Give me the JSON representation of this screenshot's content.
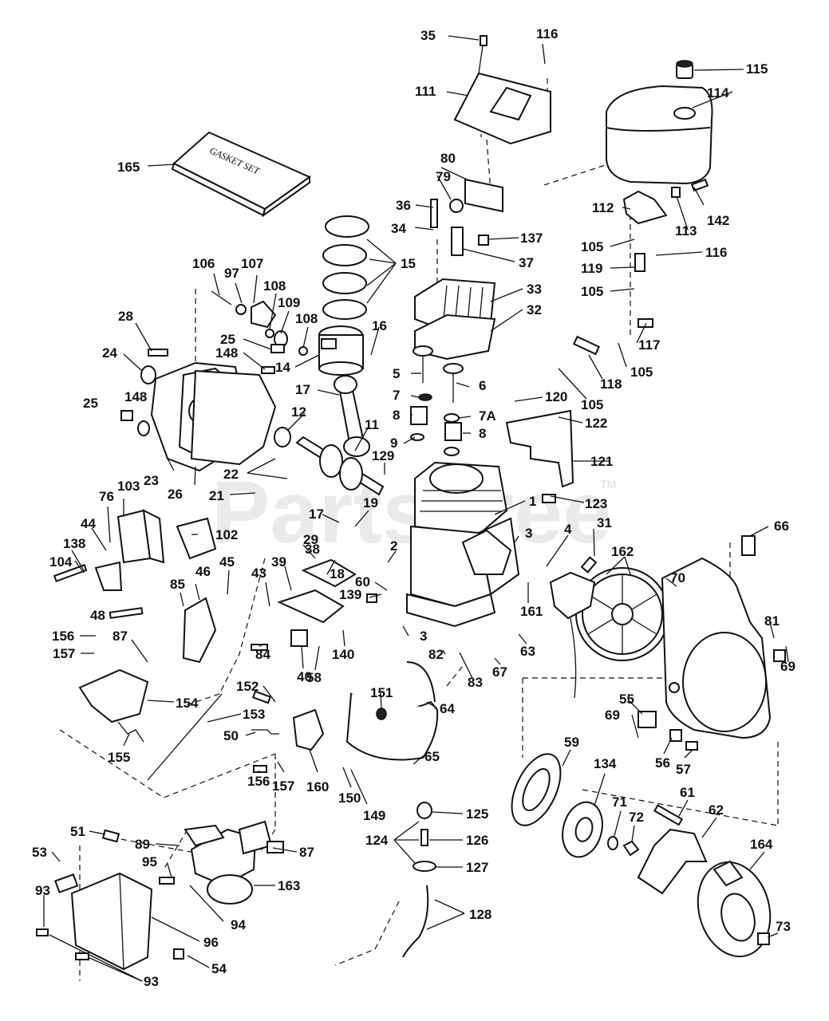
{
  "watermark": "PartsTree",
  "watermark_mark": "TM",
  "gasket_box_text": "GASKET SET",
  "callouts": [
    "35",
    "116",
    "111",
    "115",
    "114",
    "165",
    "80",
    "79",
    "36",
    "34",
    "137",
    "37",
    "112",
    "142",
    "113",
    "105",
    "119",
    "116",
    "105",
    "15",
    "33",
    "32",
    "106",
    "97",
    "107",
    "108",
    "109",
    "108",
    "28",
    "25",
    "148",
    "24",
    "14",
    "16",
    "117",
    "5",
    "6",
    "7",
    "7A",
    "8",
    "8",
    "118",
    "105",
    "105",
    "120",
    "122",
    "17",
    "25",
    "148",
    "12",
    "11",
    "9",
    "129",
    "121",
    "23",
    "26",
    "22",
    "21",
    "1",
    "123",
    "103",
    "76",
    "44",
    "138",
    "104",
    "102",
    "17",
    "19",
    "2",
    "3",
    "31",
    "4",
    "162",
    "66",
    "70",
    "29",
    "38",
    "39",
    "43",
    "18",
    "60",
    "139",
    "161",
    "46",
    "45",
    "85",
    "48",
    "84",
    "40",
    "58",
    "140",
    "3",
    "156",
    "87",
    "157",
    "82",
    "83",
    "67",
    "63",
    "81",
    "69",
    "154",
    "151",
    "64",
    "152",
    "153",
    "50",
    "55",
    "69",
    "56",
    "57",
    "155",
    "65",
    "156",
    "157",
    "160",
    "150",
    "149",
    "59",
    "134",
    "71",
    "72",
    "61",
    "62",
    "125",
    "124",
    "126",
    "127",
    "51",
    "89",
    "87",
    "53",
    "95",
    "163",
    "164",
    "93",
    "94",
    "96",
    "128",
    "54",
    "93",
    "73"
  ]
}
